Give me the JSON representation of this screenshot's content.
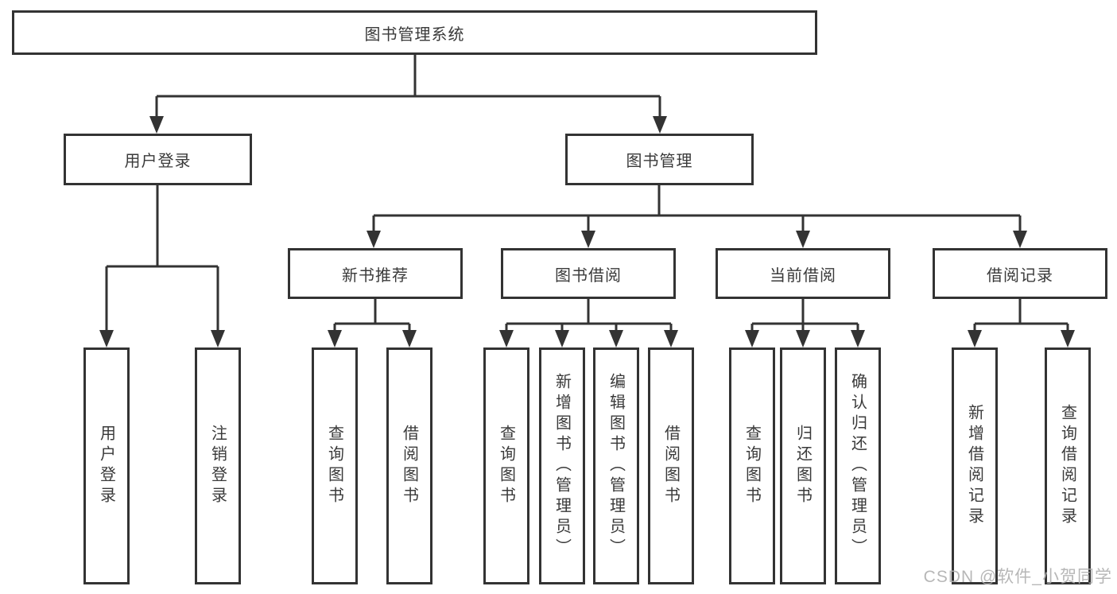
{
  "colors": {
    "line": "#333333",
    "box_border": "#333333",
    "text": "#3a3a3a",
    "background": "#ffffff",
    "watermark": "#afafaf"
  },
  "watermark": {
    "text": "CSDN @软件_小贺同学"
  },
  "tree": {
    "root": {
      "label": "图书管理系统"
    },
    "level2": [
      {
        "label": "用户登录"
      },
      {
        "label": "图书管理"
      }
    ],
    "level3": [
      {
        "label": "新书推荐",
        "parent": "图书管理"
      },
      {
        "label": "图书借阅",
        "parent": "图书管理"
      },
      {
        "label": "当前借阅",
        "parent": "图书管理"
      },
      {
        "label": "借阅记录",
        "parent": "图书管理"
      }
    ],
    "leaves": [
      {
        "label": "用户登录",
        "parent": "用户登录"
      },
      {
        "label": "注销登录",
        "parent": "用户登录"
      },
      {
        "label": "查询图书",
        "parent": "新书推荐"
      },
      {
        "label": "借阅图书",
        "parent": "新书推荐"
      },
      {
        "label": "查询图书",
        "parent": "图书借阅"
      },
      {
        "label": "新增图书（管理员）",
        "parent": "图书借阅"
      },
      {
        "label": "编辑图书（管理员）",
        "parent": "图书借阅"
      },
      {
        "label": "借阅图书",
        "parent": "图书借阅"
      },
      {
        "label": "查询图书",
        "parent": "当前借阅"
      },
      {
        "label": "归还图书",
        "parent": "当前借阅"
      },
      {
        "label": "确认归还（管理员）",
        "parent": "当前借阅"
      },
      {
        "label": "新增借阅记录",
        "parent": "借阅记录"
      },
      {
        "label": "查询借阅记录",
        "parent": "借阅记录"
      }
    ]
  }
}
